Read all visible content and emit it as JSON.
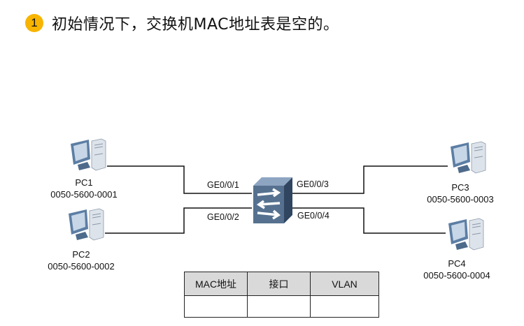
{
  "header": {
    "step_number": "1",
    "title": "初始情况下，交换机MAC地址表是空的。",
    "badge_color": "#f7b400"
  },
  "devices": {
    "pc1": {
      "name": "PC1",
      "mac": "0050-5600-0001",
      "port": "GE0/0/1"
    },
    "pc2": {
      "name": "PC2",
      "mac": "0050-5600-0002",
      "port": "GE0/0/2"
    },
    "pc3": {
      "name": "PC3",
      "mac": "0050-5600-0003",
      "port": "GE0/0/3"
    },
    "pc4": {
      "name": "PC4",
      "mac": "0050-5600-0004",
      "port": "GE0/0/4"
    },
    "switch": {
      "icon": "switch-icon"
    }
  },
  "mac_table": {
    "headers": [
      "MAC地址",
      "接口",
      "VLAN"
    ],
    "rows": [
      [
        "",
        "",
        ""
      ]
    ]
  }
}
